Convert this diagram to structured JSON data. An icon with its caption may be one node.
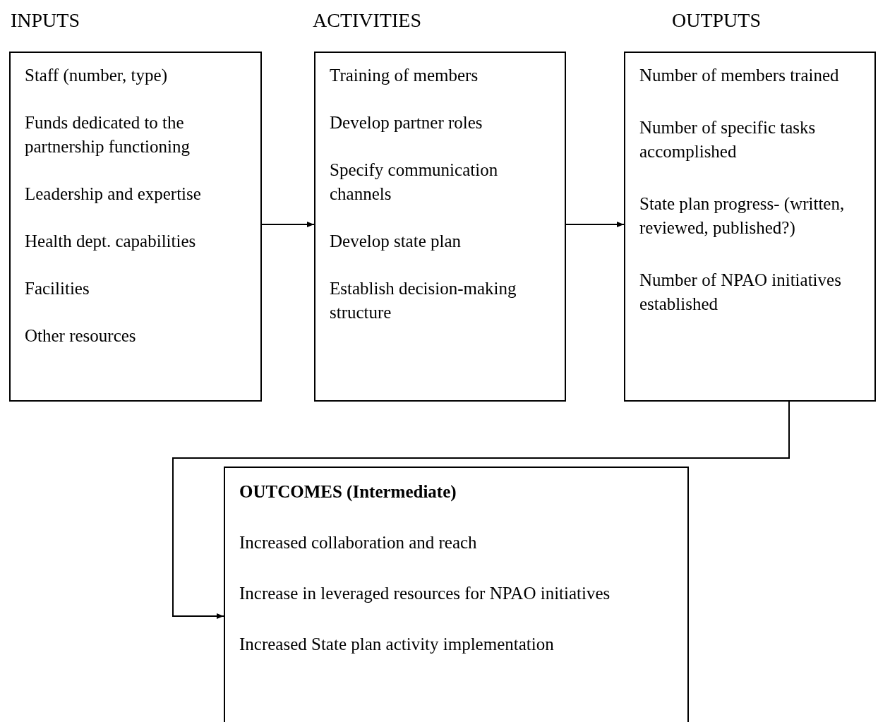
{
  "diagram": {
    "nodes": [
      {
        "text": [
          "INPUTS",
          "Staff (number, type)",
          "Funds dedicated to the partnership functioning",
          "Leadership and expertise",
          "Health dept. capabilities",
          "Facilities",
          "Other resources"
        ]
      },
      {
        "text": [
          "ACTIVITIES",
          "Training of members",
          "Develop partner roles",
          "Specify communication channels",
          "Develop state plan",
          "Establish decision-making structure"
        ]
      },
      {
        "text": [
          "OUTPUTS",
          "Number of members trained",
          "Number of specific tasks accomplished",
          "State plan progress- (written, reviewed, published?)",
          "Number of NPAO initiatives established"
        ]
      },
      {
        "text": [
          "OUTCOMES (Intermediate)",
          "Increased collaboration and reach",
          "Increase in leveraged resources for NPAO initiatives",
          "Increased State plan activity implementation"
        ]
      }
    ],
    "edges": [
      {
        "from": 0,
        "to": 1,
        "arrow": "to"
      },
      {
        "from": 1,
        "to": 2,
        "arrow": "to"
      },
      {
        "from": 2,
        "to": 3,
        "arrow": "to"
      }
    ]
  }
}
